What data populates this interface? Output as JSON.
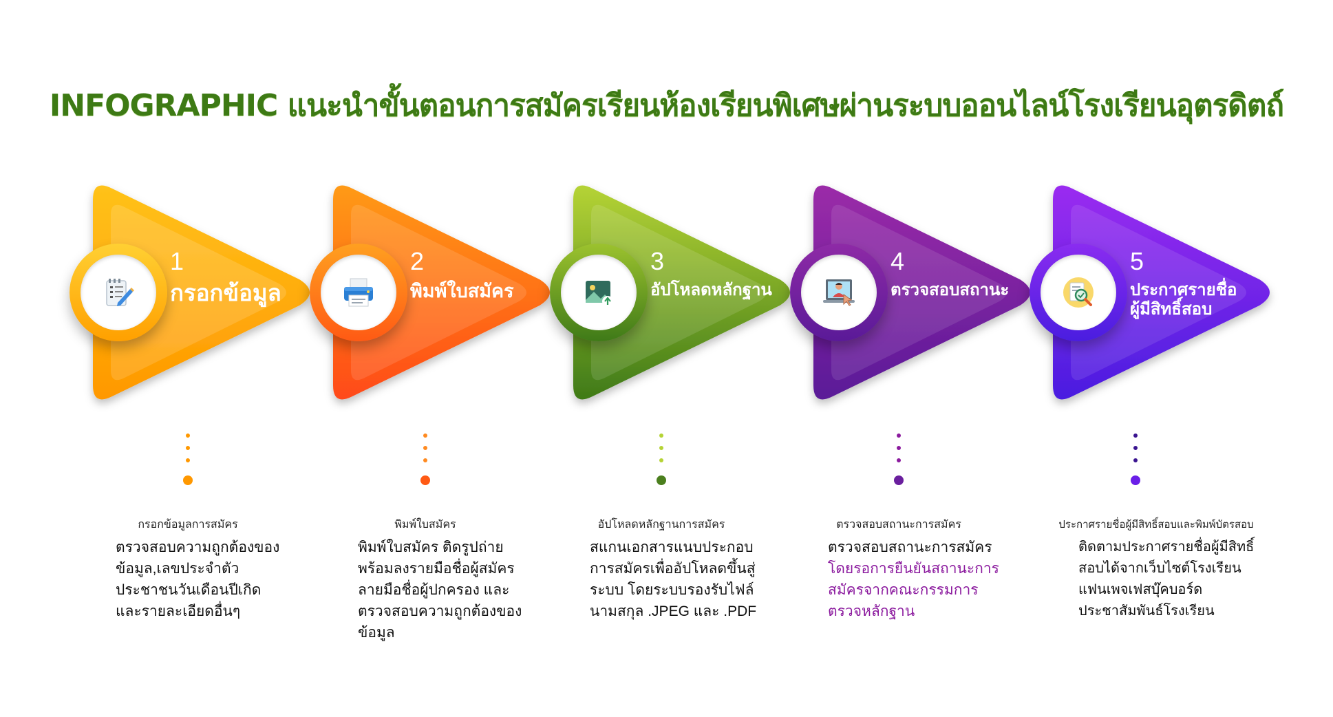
{
  "title": "INFOGRAPHIC แนะนำขั้นตอนการสมัครเรียนห้องเรียนพิเศษผ่านระบบออนไลน์โรงเรียนอุตรดิตถ์",
  "steps": [
    {
      "number": "1",
      "label": "กรอกข้อมูล",
      "icon": "notepad-pencil-icon",
      "colors": {
        "top": "#ffc21a",
        "bottom": "#ff9800",
        "dot": "#ff9800"
      },
      "heading": "กรอกข้อมูลการสมัคร",
      "lines": [
        "ตรวจสอบความถูกต้องของ",
        "ข้อมูล,เลขประจำตัว",
        "ประชาชนวันเดือนปีเกิด",
        "และรายละเอียดอื่นๆ"
      ]
    },
    {
      "number": "2",
      "label": "พิมพ์ใบสมัคร",
      "icon": "printer-icon",
      "colors": {
        "top": "#ff9a12",
        "bottom": "#ff4a1a",
        "dot": "#ff5a14"
      },
      "heading": "พิมพ์ใบสมัคร",
      "lines": [
        "พิมพ์ใบสมัคร ติดรูปถ่าย",
        "พร้อมลงรายมือชื่อผู้สมัคร",
        "ลายมือชื่อผู้ปกครอง และ",
        "ตรวจสอบความถูกต้องของ",
        "ข้อมูล"
      ]
    },
    {
      "number": "3",
      "label": "อัปโหลดหลักฐาน",
      "icon": "image-upload-icon",
      "colors": {
        "top": "#b5d335",
        "bottom": "#3f7a18",
        "dot": "#4b7f1e",
        "small_dot": "#b5d335"
      },
      "heading": "อัปโหลดหลักฐานการสมัคร",
      "lines": [
        "สแกนเอกสารแนบประกอบ",
        "การสมัครเพื่ออัปโหลดขึ้นสู่",
        "ระบบ โดยระบบรองรับไฟล์",
        "นามสกุล .JPEG และ .PDF"
      ]
    },
    {
      "number": "4",
      "label": "ตรวจสอบสถานะ",
      "icon": "person-laptop-icon",
      "colors": {
        "top": "#9b2ba8",
        "bottom": "#5a1a98",
        "dot": "#6a1f9e"
      },
      "heading": "ตรวจสอบสถานะการสมัคร",
      "lines": [
        "ตรวจสอบสถานะการสมัคร"
      ],
      "highlight_lines": [
        "โดยรอการยืนยันสถานะการ",
        "สมัครจากคณะกรรมการ",
        "ตรวจหลักฐาน"
      ]
    },
    {
      "number": "5",
      "label": "ประกาศรายชื่อ ผู้มีสิทธิ์สอบ",
      "label_lines": [
        "ประกาศรายชื่อ",
        "ผู้มีสิทธิ์สอบ"
      ],
      "icon": "magnifier-document-icon",
      "colors": {
        "top": "#9a2cf0",
        "bottom": "#4a1de0",
        "dot": "#6a1fe8",
        "small_dot": "#3a1490"
      },
      "heading": "ประกาศรายชื่อผู้มีสิทธิ์สอบและพิมพ์บัตรสอบ",
      "lines": [
        "ติดตามประกาศรายชื่อผู้มีสิทธิ์",
        "สอบได้จากเว็บไซต์โรงเรียน",
        "แฟนเพจเฟสบุ๊คบอร์ด",
        "ประชาสัมพันธ์โรงเรียน"
      ]
    }
  ]
}
